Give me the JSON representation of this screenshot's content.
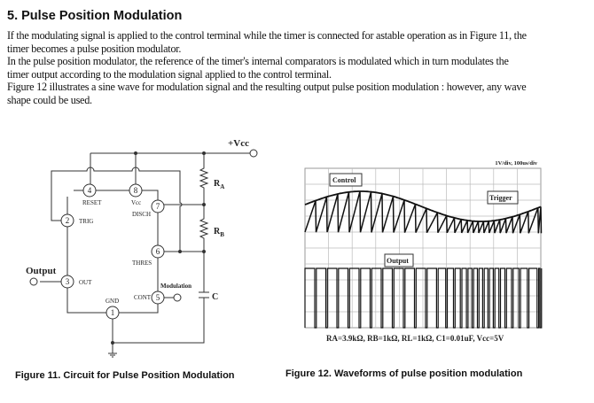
{
  "section_title": "5. Pulse Position Modulation",
  "paragraph_lines": [
    "If the modulating signal is applied to the control terminal while the timer is connected for astable operation as in Figure 11, the",
    "timer becomes a pulse position modulator.",
    "In the pulse position modulator, the reference of the timer's internal comparators is modulated which in turn modulates the",
    "timer output according to the modulation signal applied to the control terminal.",
    "Figure 12 illustrates a sine wave for modulation signal and the resulting output pulse position modulation : however, any wave",
    "shape could be used."
  ],
  "figure11": {
    "caption": "Figure 11. Circuit for Pulse Position Modulation",
    "vcc": "+Vcc",
    "output": "Output",
    "modulation": "Modulation",
    "ra": "R",
    "ra_sub": "A",
    "rb": "R",
    "rb_sub": "B",
    "c": "C",
    "pins": {
      "p1": "1",
      "p2": "2",
      "p3": "3",
      "p4": "4",
      "p5": "5",
      "p6": "6",
      "p7": "7",
      "p8": "8"
    },
    "labels": {
      "reset": "RESET",
      "vcc": "Vcc",
      "disch": "DISCH",
      "trig": "TRIG",
      "thres": "THRES",
      "out": "OUT",
      "gnd": "GND",
      "cont": "CONT"
    }
  },
  "figure12": {
    "caption": "Figure 12. Waveforms of pulse position modulation",
    "scale": "1V/div, 100us/div",
    "control": "Control",
    "trigger": "Trigger",
    "output": "Output",
    "params": "RA=3.9kΩ, RB=1kΩ, RL=1kΩ, C1=0.01uF, Vcc=5V"
  }
}
